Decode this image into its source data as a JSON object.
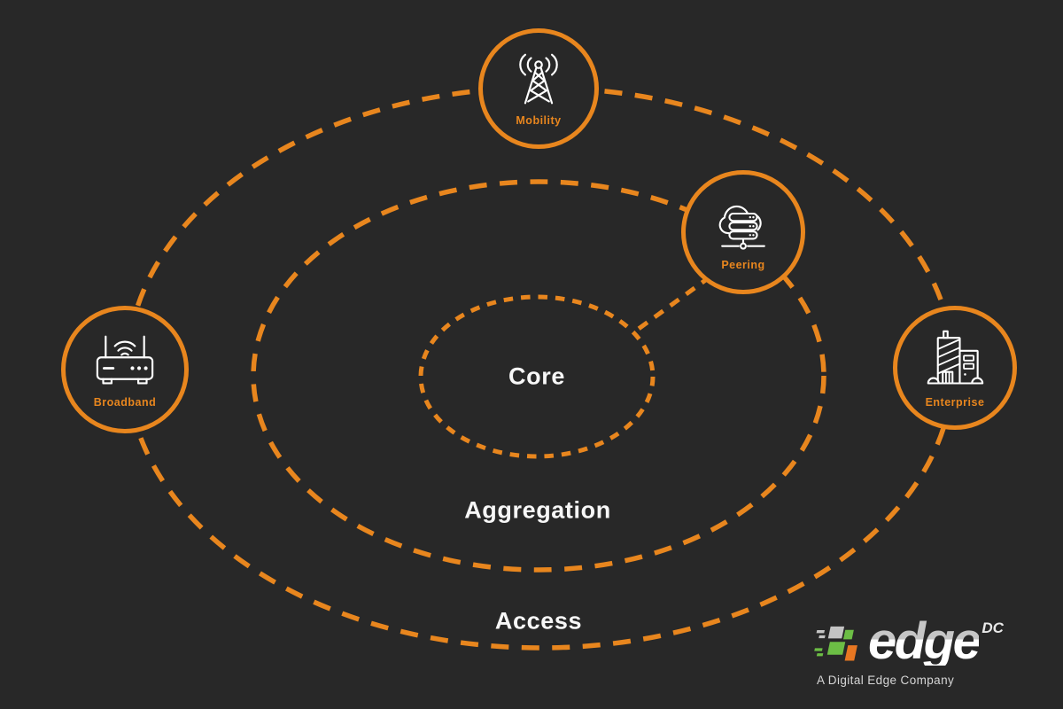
{
  "canvas": {
    "background_color": "#282828",
    "accent_color": "#E8861E",
    "icon_color": "#FFFFFF",
    "layer_text_color": "#F7F7F7"
  },
  "diagram": {
    "type": "concentric-network-rings",
    "layers": [
      {
        "id": "core",
        "label": "Core"
      },
      {
        "id": "aggregation",
        "label": "Aggregation"
      },
      {
        "id": "access",
        "label": "Access"
      }
    ],
    "nodes": [
      {
        "id": "mobility",
        "label": "Mobility",
        "icon": "cell-tower-icon",
        "ring": "access"
      },
      {
        "id": "peering",
        "label": "Peering",
        "icon": "cloud-servers-icon",
        "ring": "aggregation"
      },
      {
        "id": "broadband",
        "label": "Broadband",
        "icon": "wifi-router-icon",
        "ring": "access"
      },
      {
        "id": "enterprise",
        "label": "Enterprise",
        "icon": "office-building-icon",
        "ring": "access"
      }
    ],
    "connections": [
      {
        "from": "peering",
        "to": "core",
        "style": "dashed"
      }
    ]
  },
  "logo": {
    "brand": "edge",
    "suffix": "DC",
    "tagline": "A Digital Edge Company",
    "colors": {
      "green": "#6CBE45",
      "orange": "#E87722",
      "gray": "#C4C4C4",
      "text": "#FFFFFF"
    }
  }
}
